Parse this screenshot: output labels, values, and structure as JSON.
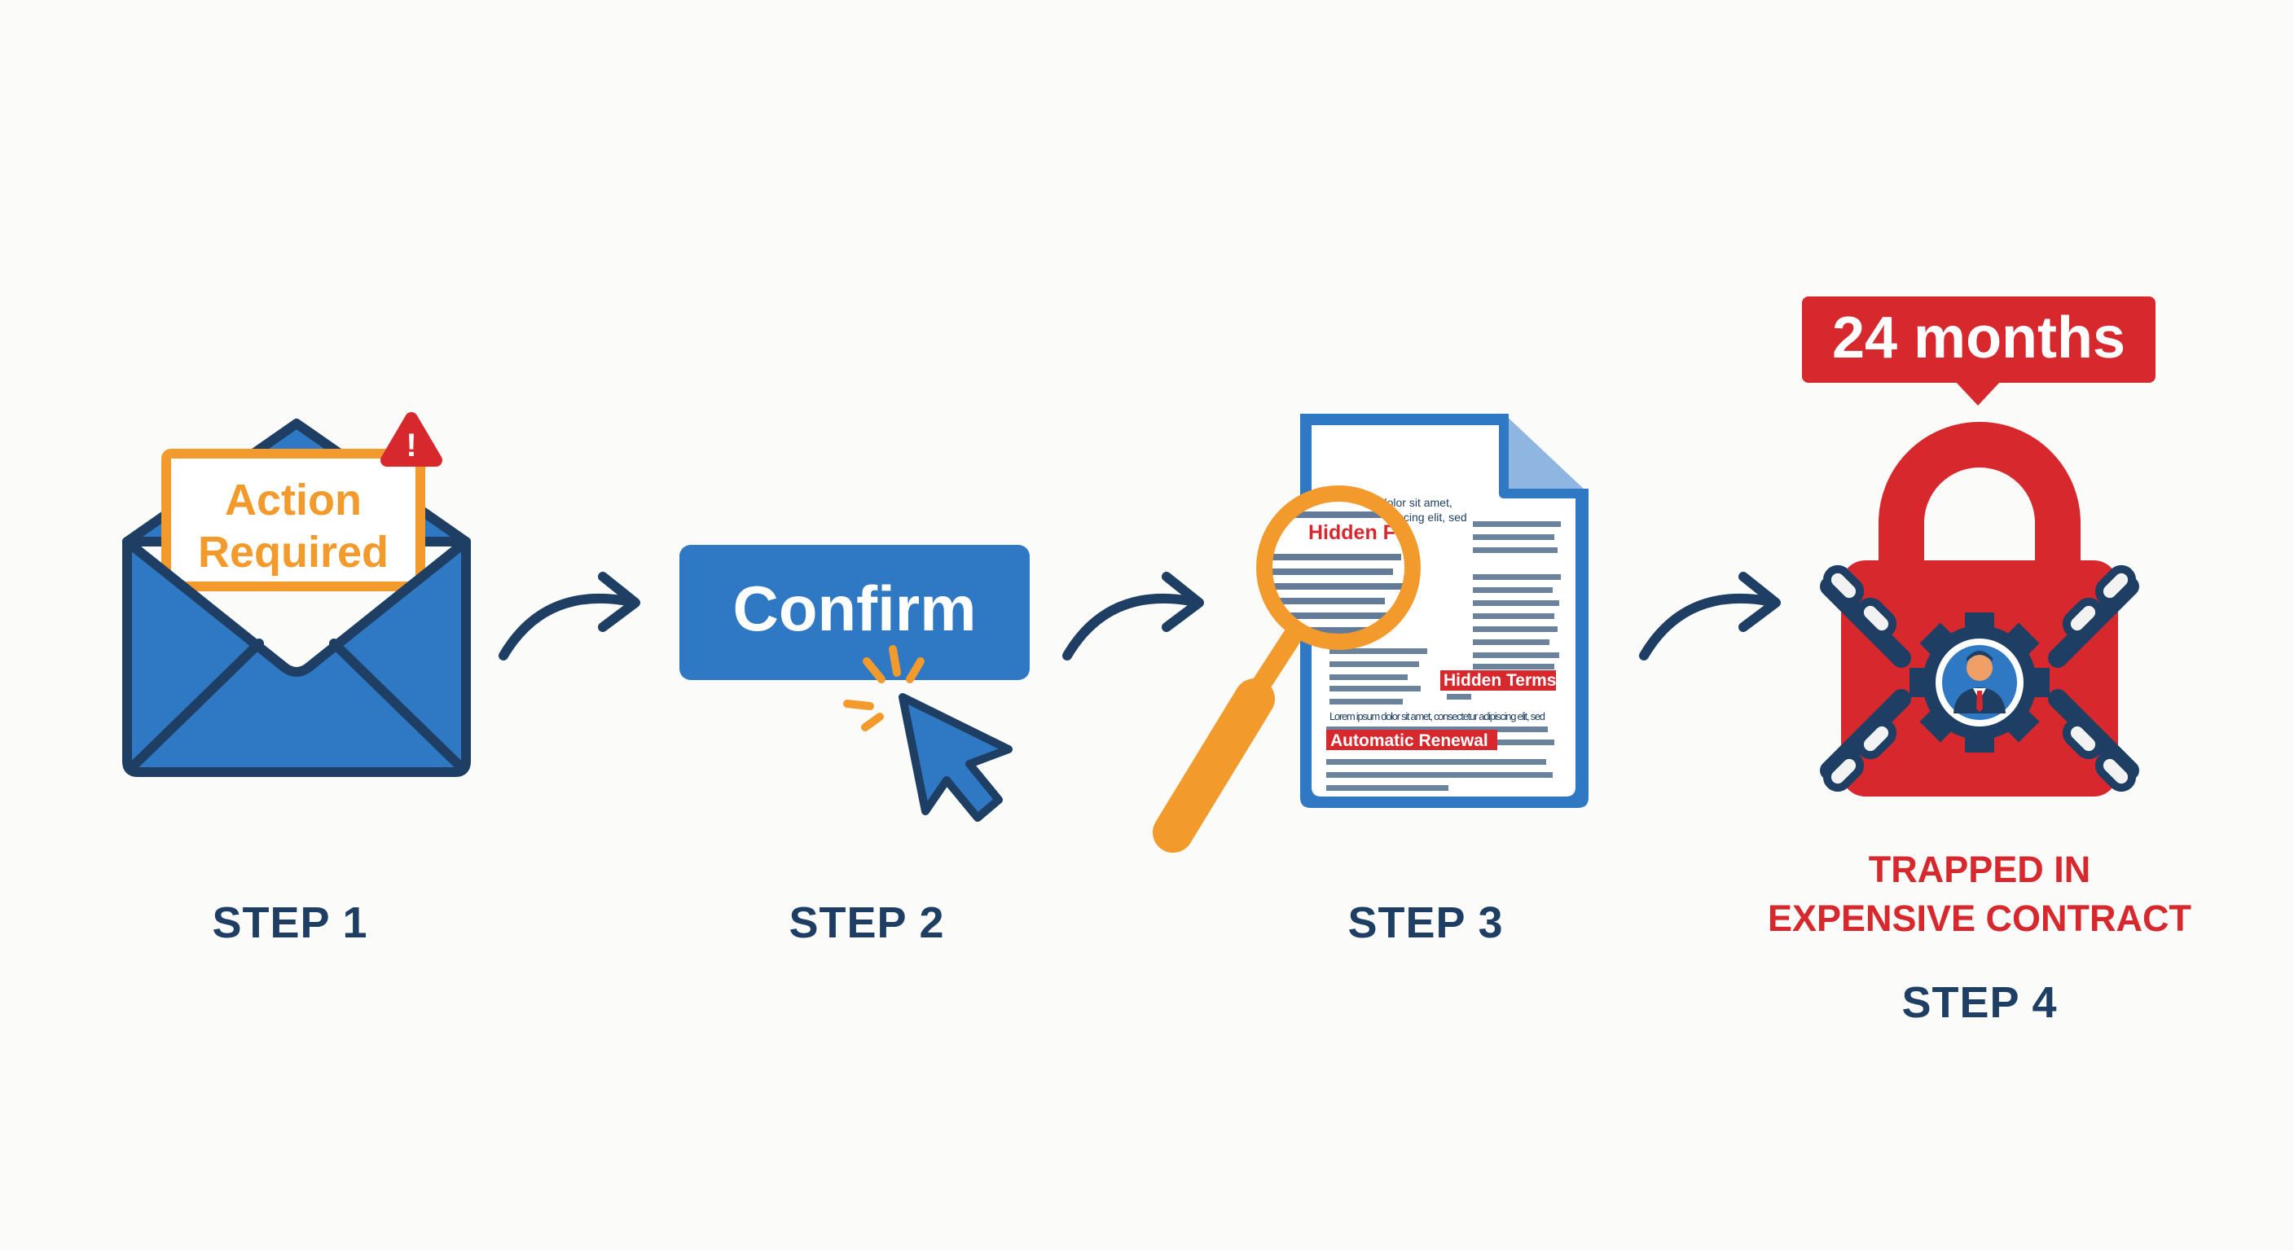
{
  "colors": {
    "primary_blue": "#2f78c4",
    "dark_navy": "#1e3f63",
    "orange": "#f39a2c",
    "red": "#d7282e",
    "background": "#fbfbfa"
  },
  "steps": [
    {
      "label": "STEP 1",
      "icon": "envelope-icon",
      "card_line1": "Action",
      "card_line2": "Required",
      "badge_icon": "warning-icon",
      "badge_text": "!"
    },
    {
      "label": "STEP 2",
      "icon": "cursor-icon",
      "button_label": "Confirm"
    },
    {
      "label": "STEP 3",
      "icon": "magnifier-document-icon",
      "doc_heading": "Lorem ipsum dolor sit amet,",
      "doc_line2": "consectetur adipiscing elit, sed",
      "doc_lower": "Lorem ipsum dolor sit amet, consectetur adipiscing elit, sed",
      "highlight_fees": "Hidden Fees",
      "highlight_terms": "Hidden Terms",
      "highlight_renewal": "Automatic Renewal"
    },
    {
      "label": "STEP 4",
      "icon": "padlock-chains-icon",
      "bubble": "24 months",
      "warning_line1": "TRAPPED IN",
      "warning_line2": "EXPENSIVE CONTRACT"
    }
  ]
}
